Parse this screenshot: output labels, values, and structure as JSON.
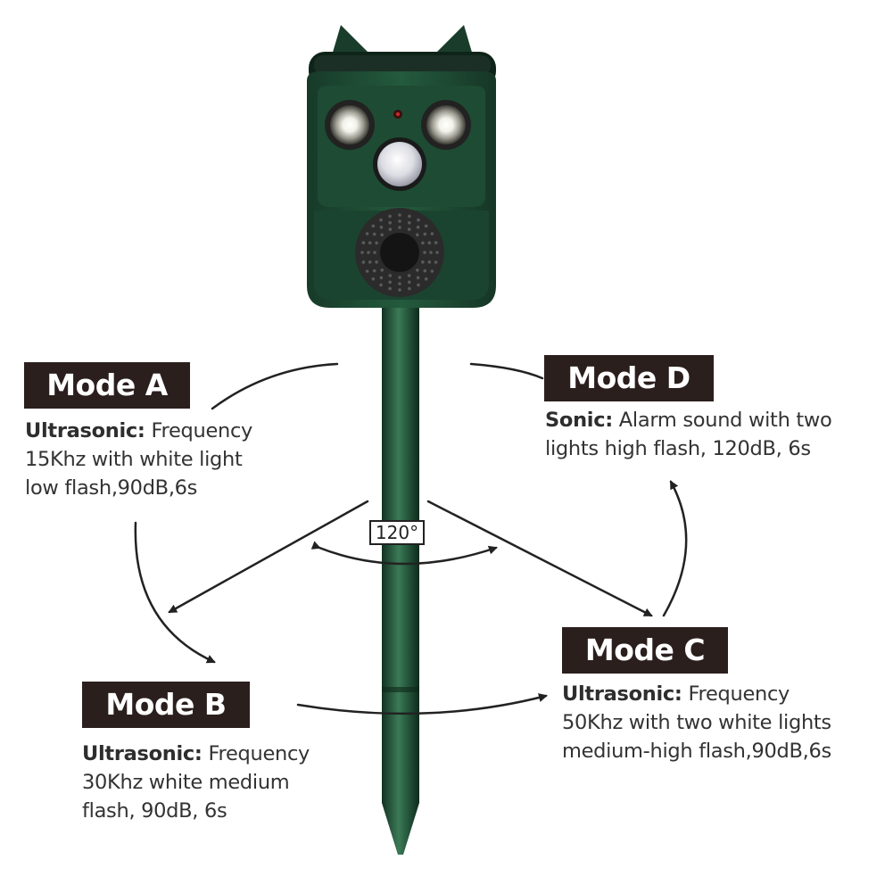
{
  "modes": {
    "a": {
      "title": "Mode A",
      "keyword": "Ultrasonic:",
      "line1_rest": " Frequency",
      "line2": "15Khz with white light",
      "line3": "low flash,90dB,6s"
    },
    "b": {
      "title": "Mode B",
      "keyword": "Ultrasonic:",
      "line1_rest": " Frequency",
      "line2": "30Khz white medium",
      "line3": "flash, 90dB,  6s"
    },
    "c": {
      "title": "Mode C",
      "keyword": "Ultrasonic:",
      "line1_rest": " Frequency",
      "line2": "50Khz with two white lights",
      "line3": "medium-high flash,90dB,6s"
    },
    "d": {
      "title": "Mode D",
      "keyword": "Sonic:",
      "line1_rest": " Alarm sound with two",
      "line2": "lights high flash, 120dB, 6s"
    }
  },
  "angle_label": "120°",
  "colors": {
    "device_green": "#1f4a34",
    "label_bg": "#2b1f1d",
    "arrow": "#222222"
  }
}
